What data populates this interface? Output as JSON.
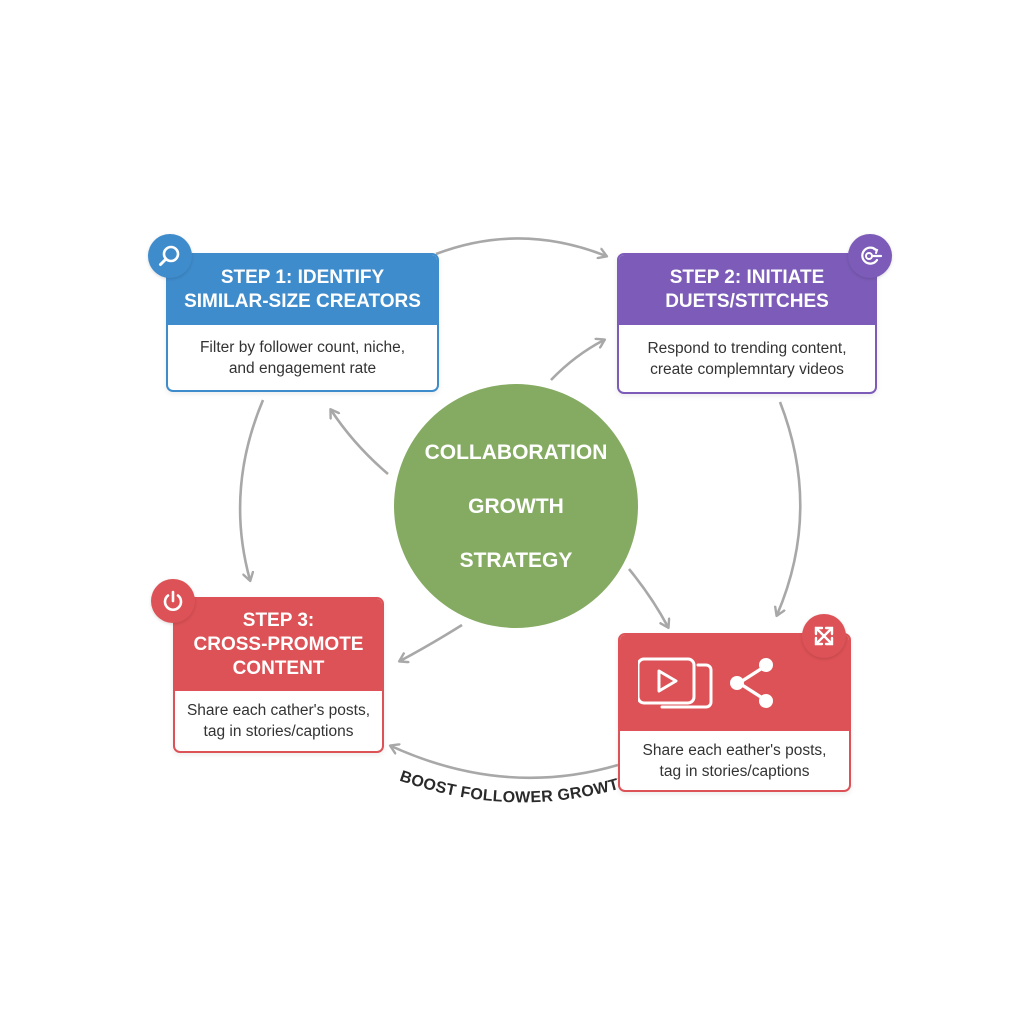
{
  "center": {
    "line1": "COLLABORATION",
    "line2": "GROWTH",
    "line3": "STRATEGY"
  },
  "steps": [
    {
      "title_line1": "STEP 1: IDENTIFY",
      "title_line2": "SIMILAR-SIZE CREATORS",
      "desc_line1": "Filter by follower count, niche,",
      "desc_line2": "and engagement rate",
      "icon": "search-icon",
      "color": "#3f8ccc"
    },
    {
      "title_line1": "STEP 2: INITIATE",
      "title_line2": "DUETS/STITCHES",
      "desc_line1": "Respond to trending content,",
      "desc_line2": "create complemntary videos",
      "icon": "duet-icon",
      "color": "#7c5cb8"
    },
    {
      "title_line1": "STEP 3:",
      "title_line2": "CROSS-PROMOTE",
      "title_line3": "CONTENT",
      "desc_line1": "Share each cather's posts,",
      "desc_line2": "tag in stories/captions",
      "icon": "power-icon",
      "color": "#dd5256"
    },
    {
      "desc_line1": "Share each eather's posts,",
      "desc_line2": "tag in stories/captions",
      "icon": "expand-icon",
      "media_icons": [
        "video-stack-icon",
        "share-icon"
      ],
      "color": "#dd5256"
    }
  ],
  "curved_label": "BOOST FOLLOWER GROWTH",
  "colors": {
    "arrow": "#a8a8a8",
    "center": "#85ab62"
  }
}
